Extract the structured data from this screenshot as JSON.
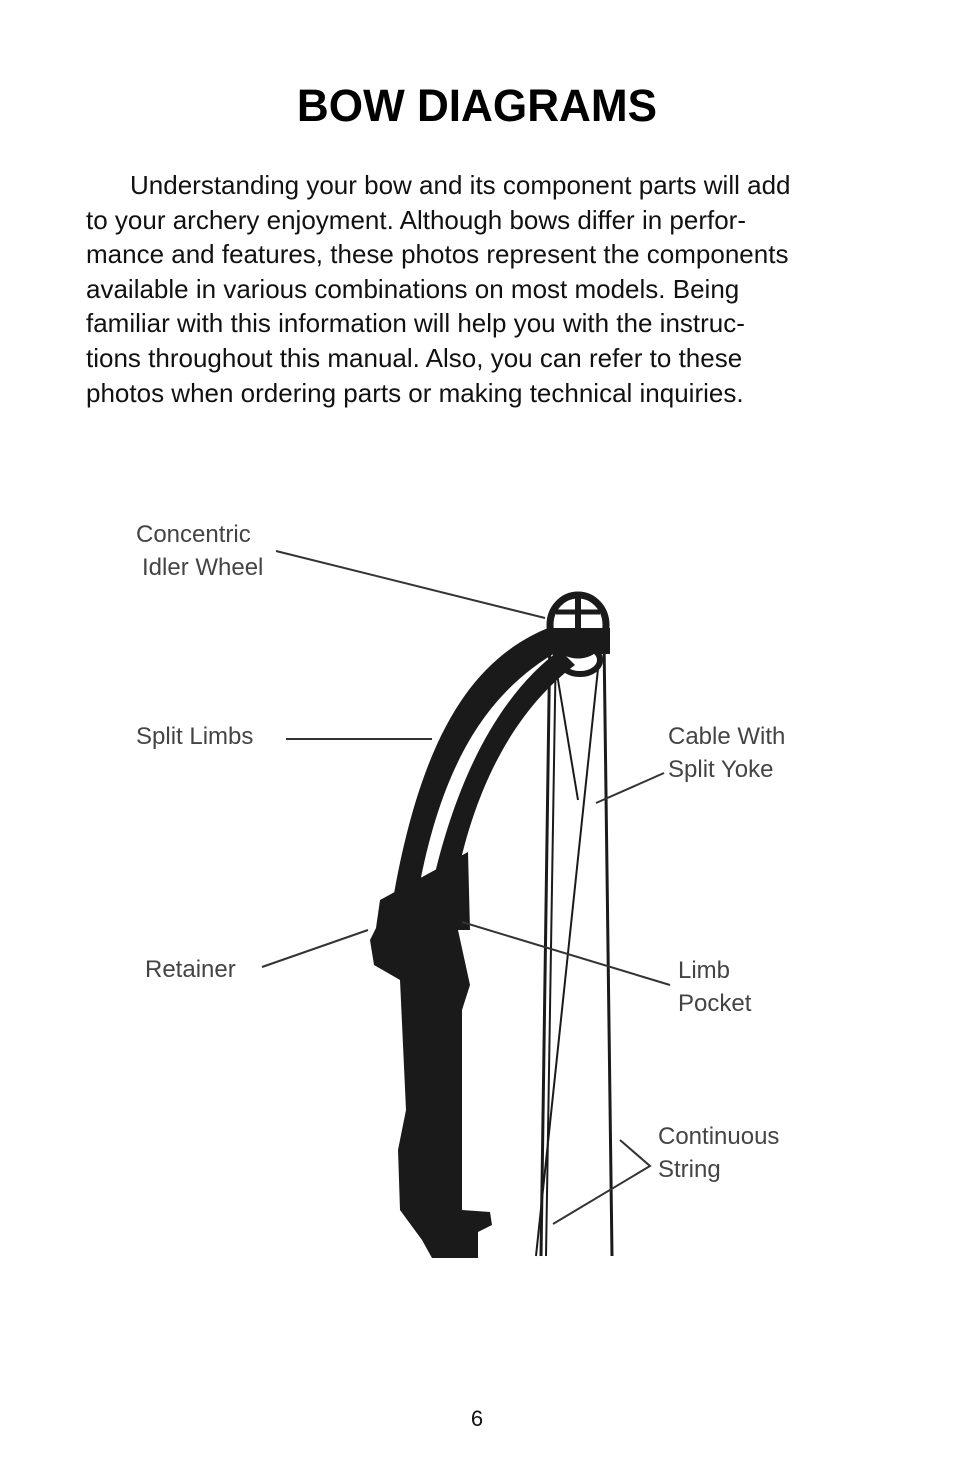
{
  "page": {
    "title": "BOW DIAGRAMS",
    "intro_lines": [
      "Understanding your bow and its component parts will add",
      "to your archery enjoyment. Although bows differ in perfor-",
      "mance and features, these photos represent the components",
      "available in various combinations on most models. Being",
      "familiar with this information will help you with the instruc-",
      "tions throughout this manual. Also, you can refer to these",
      "photos when ordering parts or making technical inquiries."
    ],
    "page_number": "6"
  },
  "diagram": {
    "labels": {
      "concentric_idler_wheel": [
        "Concentric",
        "Idler Wheel"
      ],
      "split_limbs": [
        "Split Limbs"
      ],
      "cable_with_split_yoke": [
        "Cable With",
        "Split Yoke"
      ],
      "retainer": [
        "Retainer"
      ],
      "limb_pocket": [
        "Limb",
        "Pocket"
      ],
      "continuous_string": [
        "Continuous",
        "String"
      ]
    },
    "colors": {
      "bow": "#1a1a1a",
      "leader": "#333333",
      "label_text": "#444444"
    }
  }
}
